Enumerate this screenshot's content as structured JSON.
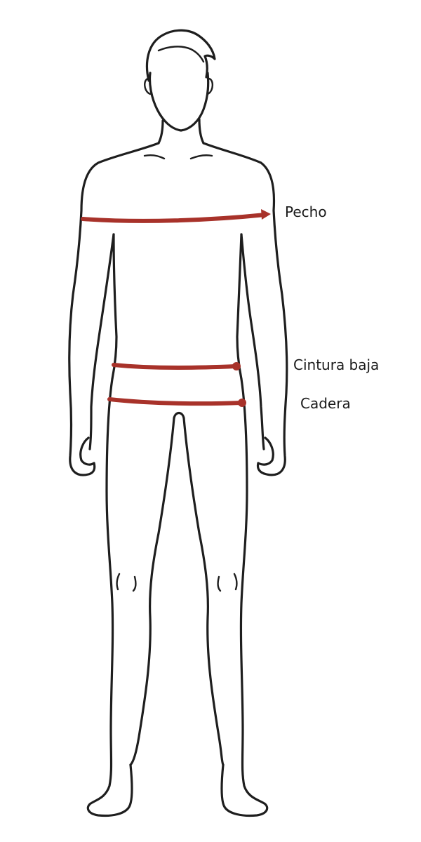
{
  "colors": {
    "outline": "#1e1e1e",
    "measure": "#a8322a",
    "background": "#ffffff"
  },
  "measurements": [
    {
      "id": "chest",
      "label": "Pecho"
    },
    {
      "id": "low_waist",
      "label": "Cintura baja"
    },
    {
      "id": "hip",
      "label": "Cadera"
    }
  ]
}
